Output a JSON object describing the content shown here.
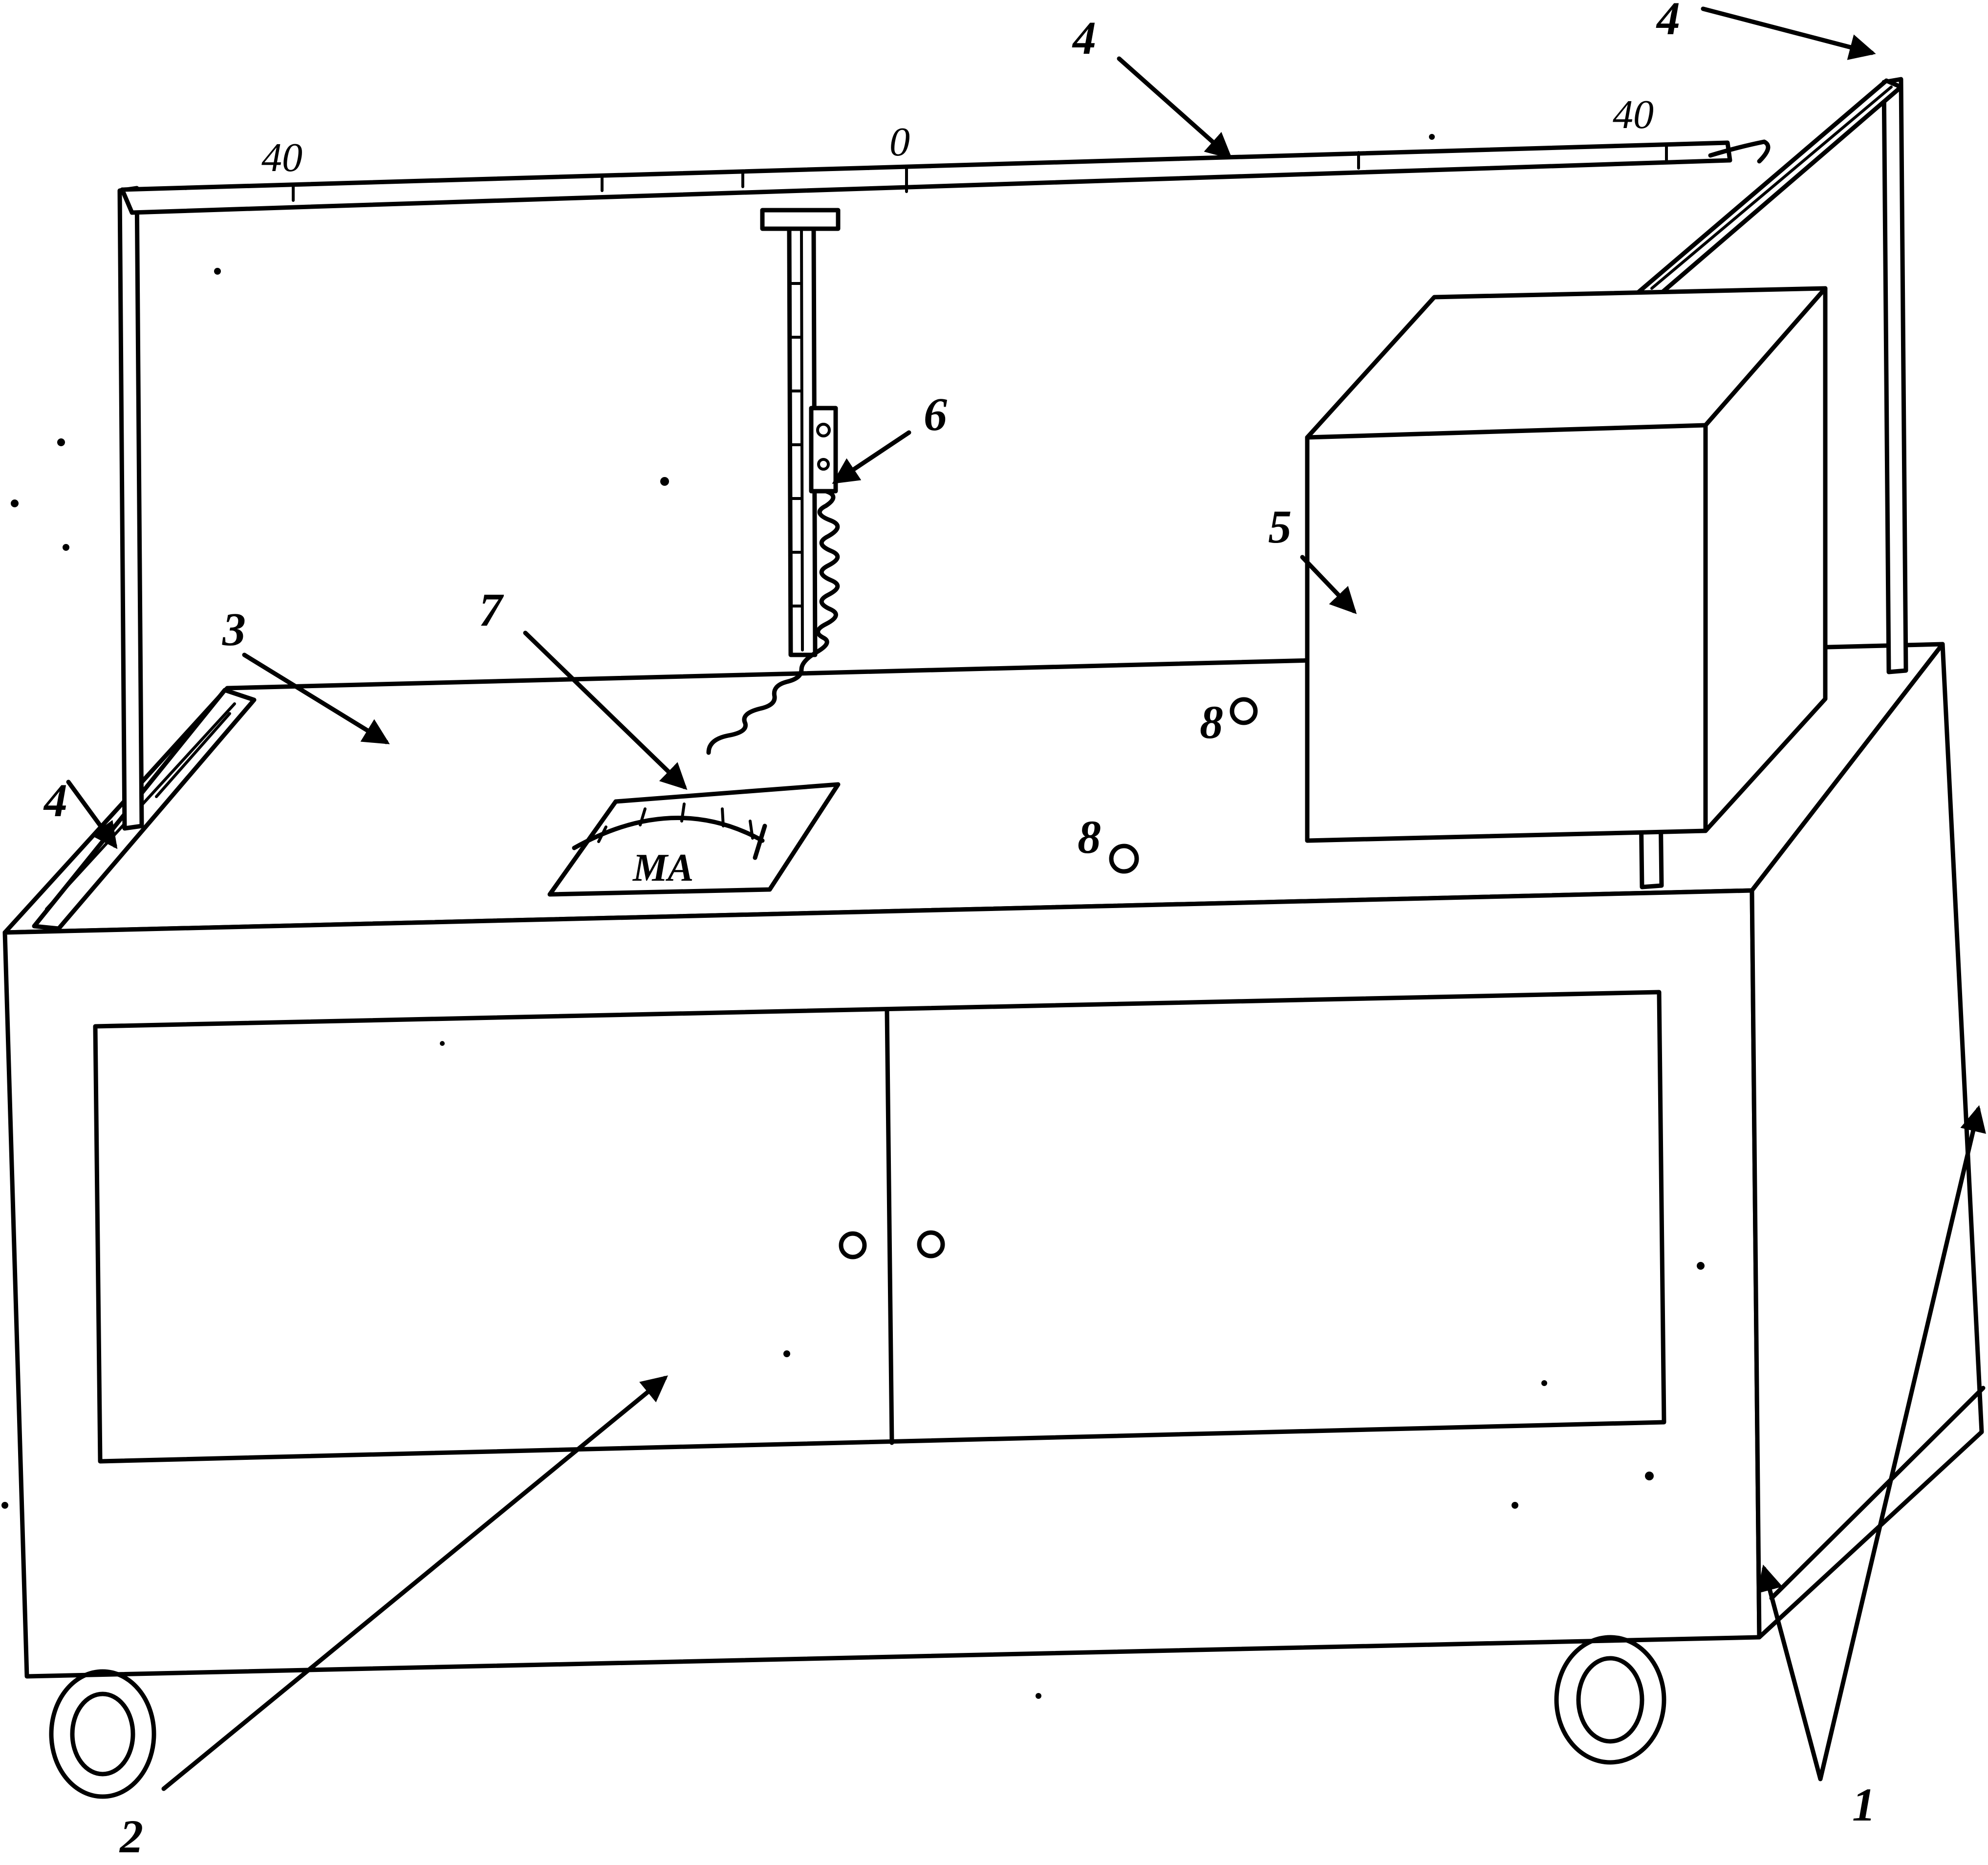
{
  "labels": {
    "l1": "1",
    "l2": "2",
    "l3": "3",
    "l4_top": "4",
    "l4_right": "4",
    "l4_left": "4",
    "l5": "5",
    "l6": "6",
    "l7": "7",
    "l8a": "8",
    "l8b": "8"
  },
  "scale": {
    "left": "40",
    "center": "0",
    "right": "40"
  },
  "meter": {
    "unit": "MA"
  }
}
